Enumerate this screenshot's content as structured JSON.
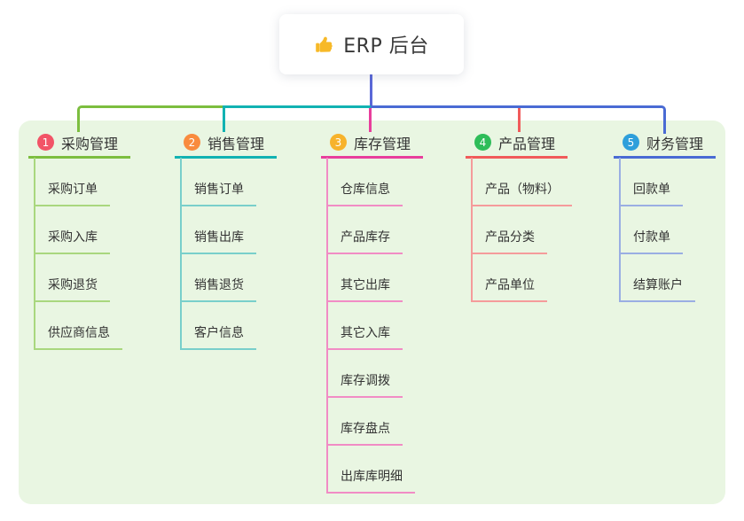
{
  "root": {
    "label": "ERP 后台",
    "icon": "thumbs-up-icon"
  },
  "branches": [
    {
      "index": "1",
      "title": "采购管理",
      "color": "#7CBE3F",
      "light": "#A9D77E",
      "badge": "#F25467",
      "children": [
        "采购订单",
        "采购入库",
        "采购退货",
        "供应商信息"
      ]
    },
    {
      "index": "2",
      "title": "销售管理",
      "color": "#12B2B2",
      "light": "#79CFCB",
      "badge": "#F98B3E",
      "children": [
        "销售订单",
        "销售出库",
        "销售退货",
        "客户信息"
      ]
    },
    {
      "index": "3",
      "title": "库存管理",
      "color": "#E83E9C",
      "light": "#F18CC5",
      "badge": "#F7B32B",
      "children": [
        "仓库信息",
        "产品库存",
        "其它出库",
        "其它入库",
        "库存调拨",
        "库存盘点",
        "出库库明细"
      ]
    },
    {
      "index": "4",
      "title": "产品管理",
      "color": "#F15B5B",
      "light": "#F59B9B",
      "badge": "#2EBD59",
      "children": [
        "产品（物料）",
        "产品分类",
        "产品单位"
      ]
    },
    {
      "index": "5",
      "title": "财务管理",
      "color": "#4A6BD4",
      "light": "#9AAEE3",
      "badge": "#2E9FDB",
      "children": [
        "回款单",
        "付款单",
        "结算账户"
      ]
    }
  ],
  "colors": {
    "canvas_bg": "#FFFFFF",
    "panel_bg": "#E9F6E2",
    "root_stem": "#5A68D8",
    "root_card_bg": "#FFFFFF",
    "text": "#333333",
    "thumb_icon": "#F7B928"
  }
}
